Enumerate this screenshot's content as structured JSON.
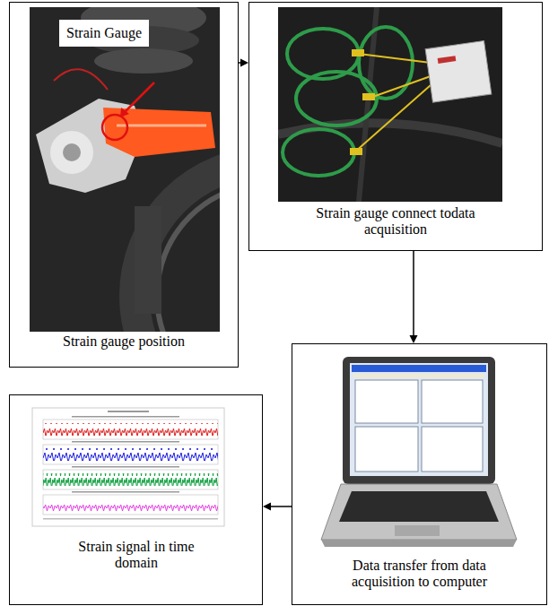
{
  "diagram": {
    "nodes": [
      {
        "text": [
          "Strain gauge position"
        ]
      },
      {
        "text": [
          "Strain gauge connect todata acquisition"
        ]
      },
      {
        "text": [
          "Data transfer from data acquisition to computer"
        ]
      },
      {
        "text": [
          "Strain signal in time domain"
        ]
      }
    ],
    "edges": [
      {
        "from": 0,
        "to": 1,
        "arrow": "to"
      },
      {
        "from": 1,
        "to": 2,
        "arrow": "to"
      },
      {
        "from": 2,
        "to": 3,
        "arrow": "to"
      }
    ],
    "labels": [
      "Strain Gauge"
    ]
  }
}
